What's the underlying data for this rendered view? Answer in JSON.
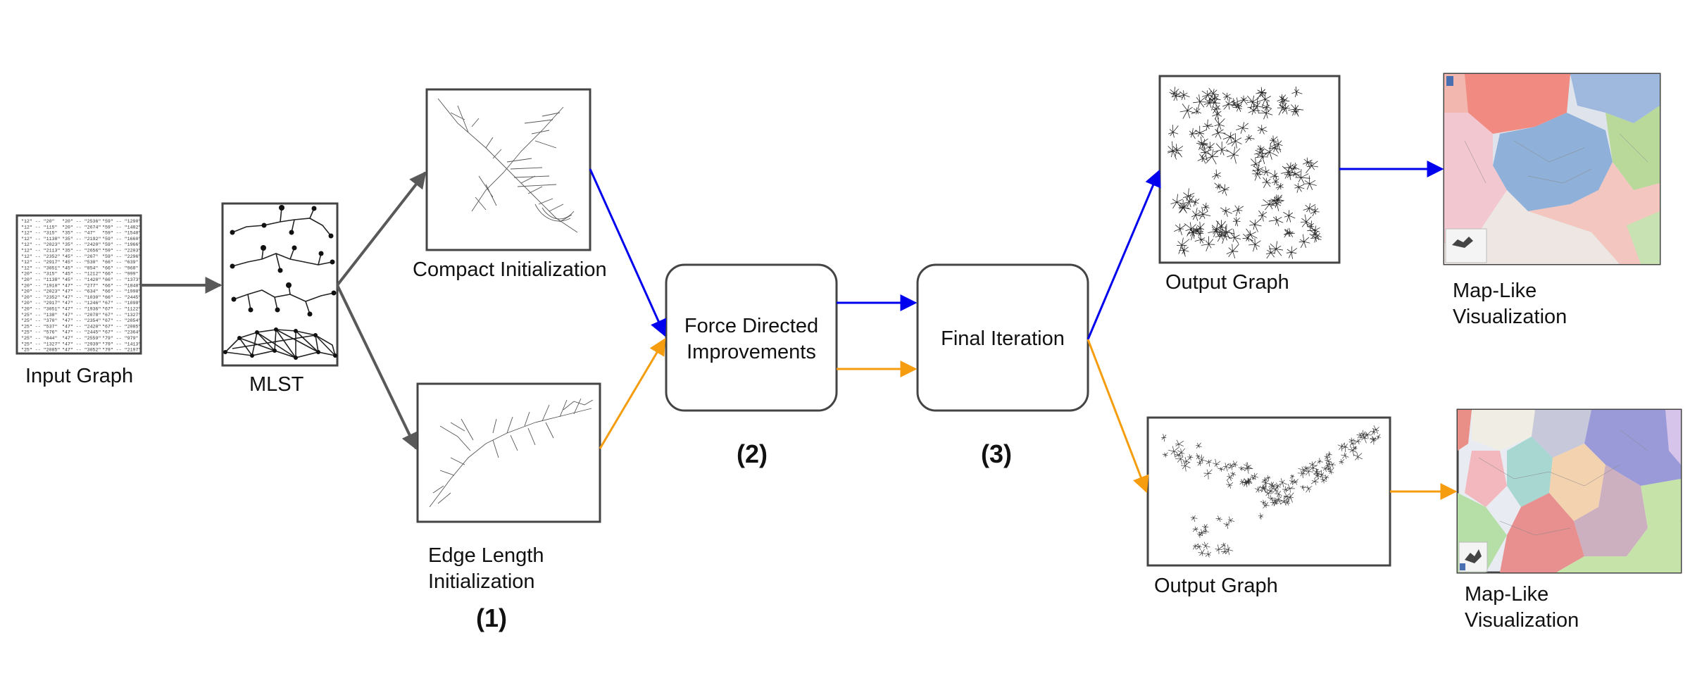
{
  "labels": {
    "input_graph": "Input Graph",
    "mlst": "MLST",
    "compact_init": "Compact Initialization",
    "edge_length_init_1": "Edge Length",
    "edge_length_init_2": "Initialization",
    "force_directed_1": "Force Directed",
    "force_directed_2": "Improvements",
    "final_iteration": "Final Iteration",
    "output_graph_top": "Output Graph",
    "output_graph_bottom": "Output Graph",
    "map_like_top_1": "Map-Like",
    "map_like_top_2": "Visualization",
    "map_like_bottom_1": "Map-Like",
    "map_like_bottom_2": "Visualization"
  },
  "step_numbers": {
    "step1": "(1)",
    "step2": "(2)",
    "step3": "(3)"
  },
  "edge_list": [
    [
      "\"12\" -- \"20\"",
      "\"20\" -- \"2536\"",
      "\"59\" -- \"1290\""
    ],
    [
      "\"12\" -- \"115\"",
      "\"20\" -- \"2674\"",
      "\"59\" -- \"1482\""
    ],
    [
      "\"12\" -- \"315\"",
      "\"35\" -- \"47\"",
      "\"59\" -- \"1548\""
    ],
    [
      "\"12\" -- \"1138\"",
      "\"35\" -- \"2192\"",
      "\"59\" -- \"1660\""
    ],
    [
      "\"12\" -- \"2023\"",
      "\"35\" -- \"2420\"",
      "\"59\" -- \"1966\""
    ],
    [
      "\"12\" -- \"2113\"",
      "\"35\" -- \"2656\"",
      "\"59\" -- \"2203\""
    ],
    [
      "\"12\" -- \"2352\"",
      "\"45\" -- \"267\"",
      "\"59\" -- \"2296\""
    ],
    [
      "\"12\" -- \"2917\"",
      "\"45\" -- \"530\"",
      "\"66\" -- \"639\""
    ],
    [
      "\"12\" -- \"3051\"",
      "\"45\" -- \"854\"",
      "\"66\" -- \"968\""
    ],
    [
      "\"20\" -- \"315\"",
      "\"45\" -- \"1212\"",
      "\"66\" -- \"999\""
    ],
    [
      "\"20\" -- \"1138\"",
      "\"45\" -- \"1420\"",
      "\"66\" -- \"1373\""
    ],
    [
      "\"20\" -- \"1910\"",
      "\"47\" -- \"277\"",
      "\"66\" -- \"1848\""
    ],
    [
      "\"20\" -- \"2023\"",
      "\"47\" -- \"634\"",
      "\"66\" -- \"1998\""
    ],
    [
      "\"20\" -- \"2352\"",
      "\"47\" -- \"1030\"",
      "\"66\" -- \"2445\""
    ],
    [
      "\"20\" -- \"2917\"",
      "\"47\" -- \"1246\"",
      "\"67\" -- \"1098\""
    ],
    [
      "\"20\" -- \"3051\"",
      "\"47\" -- \"1936\"",
      "\"67\" -- \"1122\""
    ],
    [
      "\"25\" -- \"138\"",
      "\"47\" -- \"2078\"",
      "\"67\" -- \"1327\""
    ],
    [
      "\"25\" -- \"370\"",
      "\"47\" -- \"2354\"",
      "\"67\" -- \"2054\""
    ],
    [
      "\"25\" -- \"537\"",
      "\"47\" -- \"2420\"",
      "\"67\" -- \"2085\""
    ],
    [
      "\"25\" -- \"576\"",
      "\"47\" -- \"2445\"",
      "\"67\" -- \"2364\""
    ],
    [
      "\"25\" -- \"844\"",
      "\"47\" -- \"2559\"",
      "\"79\" -- \"979\""
    ],
    [
      "\"25\" -- \"1327\"",
      "\"47\" -- \"2939\"",
      "\"79\" -- \"1413\""
    ],
    [
      "\"25\" -- \"2085\"",
      "\"47\" -- \"3052\"",
      "\"79\" -- \"2197\""
    ]
  ],
  "colors": {
    "gray_arrow": "#595959",
    "blue_arrow": "#0000ee",
    "orange_arrow": "#f59d0e",
    "box_border": "#444444"
  }
}
